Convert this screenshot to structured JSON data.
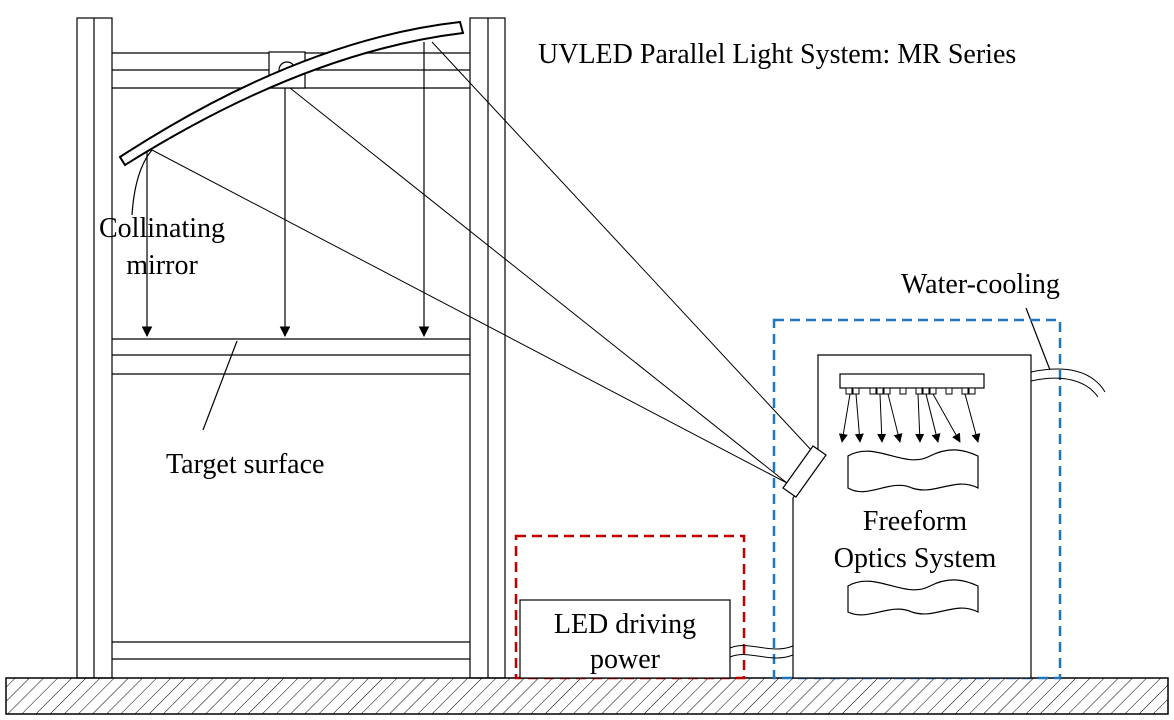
{
  "title": "UVLED Parallel Light System: MR Series",
  "labels": {
    "collimating_mirror": [
      "Collinating",
      "mirror"
    ],
    "target_surface": "Target surface",
    "water_cooling": "Water-cooling",
    "optics_system": [
      "Freeform",
      "Optics System"
    ],
    "led_power": [
      "LED driving",
      "power"
    ]
  },
  "colors": {
    "line": "#000000",
    "power_box_outline": "#c00000",
    "optics_box_outline": "#1f77c4"
  }
}
